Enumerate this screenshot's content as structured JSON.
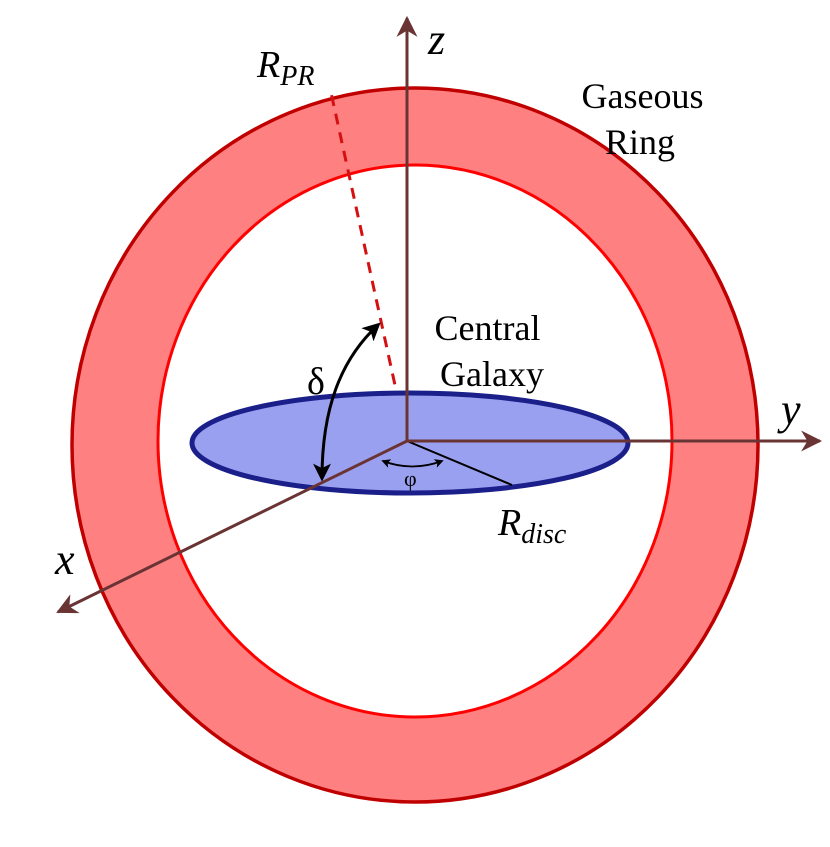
{
  "labels": {
    "z_axis": "z",
    "y_axis": "y",
    "x_axis": "x",
    "ring_radius_main": "R",
    "ring_radius_sub": "PR",
    "ring_line1": "Gaseous",
    "ring_line2": "Ring",
    "galaxy_line1": "Central",
    "galaxy_line2": "Galaxy",
    "delta": "δ",
    "phi": "φ",
    "disc_radius_main": "R",
    "disc_radius_sub": "disc"
  },
  "colors": {
    "axis": "#6b3434",
    "ring_fill": "#ff8080",
    "ring_edge_outer": "#c00000",
    "ring_edge_inner": "#ff0000",
    "disc_fill": "#9aa0f0",
    "disc_edge": "#1b1f8a",
    "dashed_radius": "#d41010",
    "arrow_black": "#000000"
  }
}
